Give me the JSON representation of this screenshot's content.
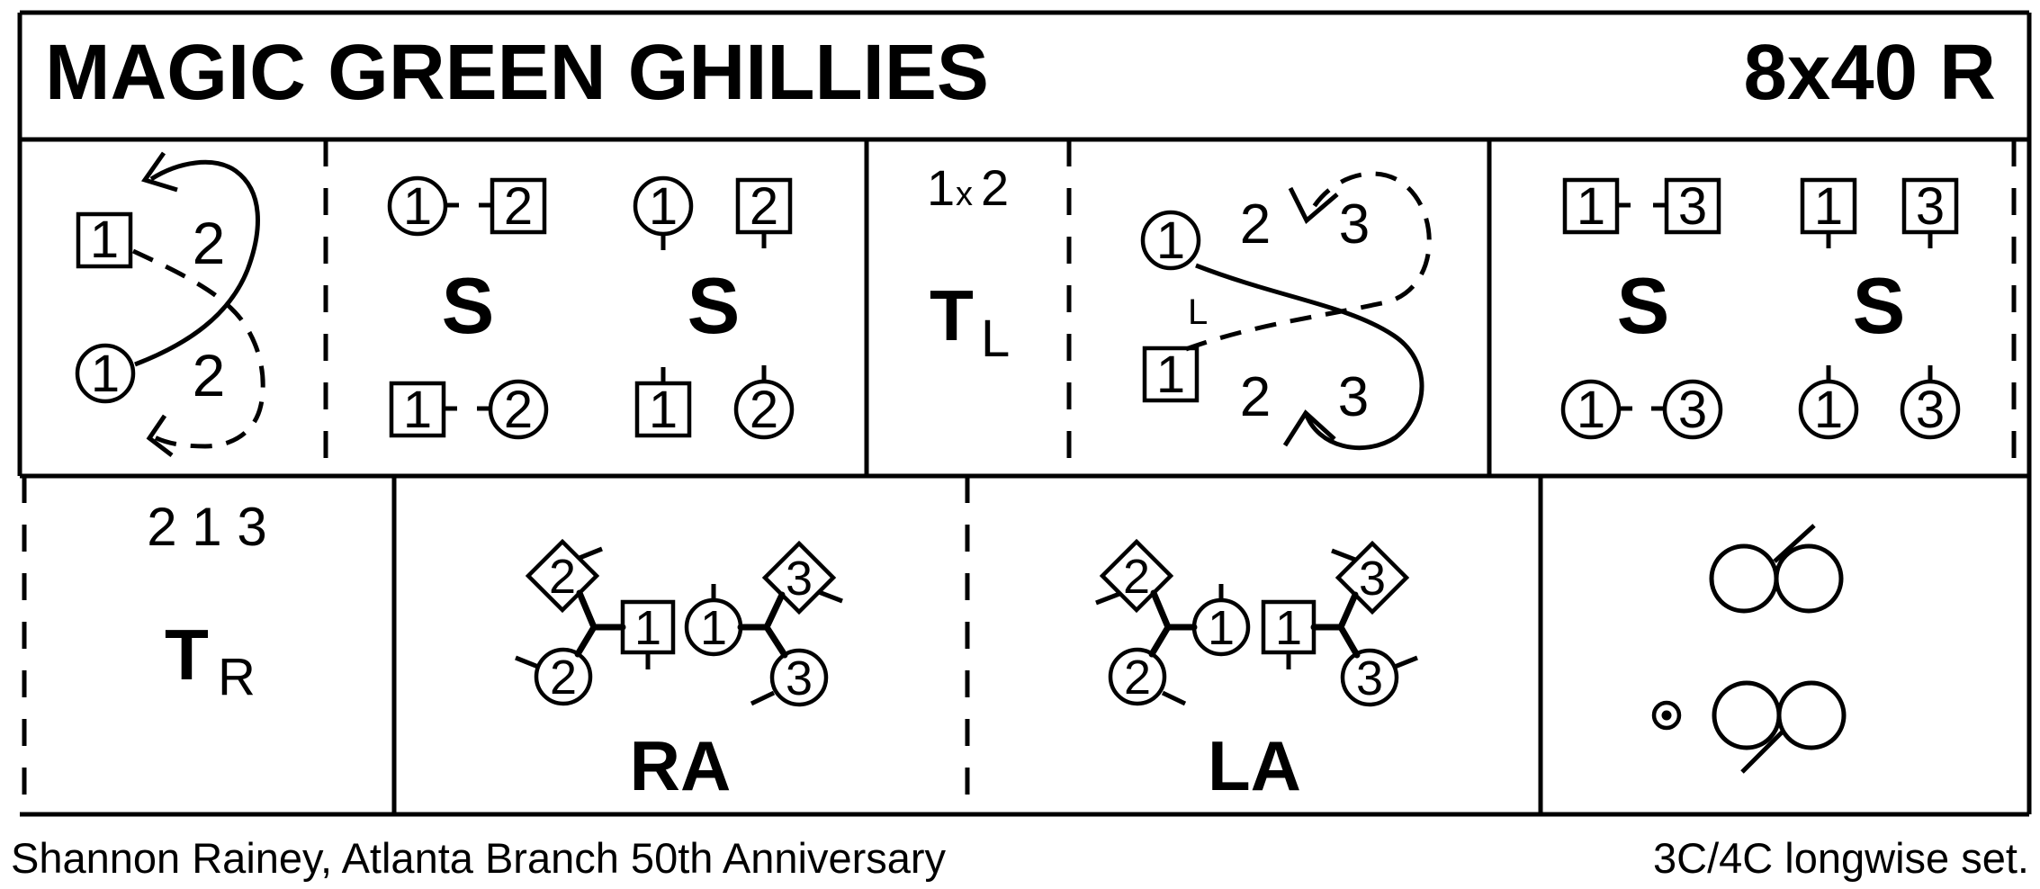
{
  "header": {
    "title": "MAGIC GREEN GHILLIES",
    "code": "8x40 R"
  },
  "footer": {
    "credit": "Shannon Rainey, Atlanta Branch 50th Anniversary",
    "formation": "3C/4C longwise set."
  },
  "colors": {
    "ink": "#000000",
    "paper": "#ffffff"
  },
  "figures": {
    "cast": {
      "square": "1",
      "circle": "1",
      "upper": "2",
      "lower": "2"
    },
    "set12": {
      "left": {
        "top_circle": "1",
        "top_square": "2",
        "bottom_square": "1",
        "bottom_circle": "2",
        "label": "S"
      },
      "right": {
        "top_circle": "1",
        "top_square": "2",
        "bottom_square": "1",
        "bottom_circle": "2",
        "label": "S"
      }
    },
    "turn_left": {
      "ones": "1",
      "cross": "x",
      "twos": "2",
      "t": "T",
      "sub": "L"
    },
    "chase": {
      "circle": "1",
      "square": "1",
      "hand": "L",
      "upper_two": "2",
      "upper_three": "3",
      "lower_two": "2",
      "lower_three": "3"
    },
    "set13": {
      "left": {
        "top_one": "1",
        "top_three": "3",
        "bottom_one": "1",
        "bottom_three": "3",
        "label": "S"
      },
      "right": {
        "top_one": "1",
        "top_three": "3",
        "bottom_one": "1",
        "bottom_three": "3",
        "label": "S"
      }
    },
    "turn_right": {
      "order": "2 1 3",
      "t": "T",
      "sub": "R"
    },
    "rights_across": {
      "diamond_two": "2",
      "circle_two": "2",
      "square_one": "1",
      "circle_one": "1",
      "diamond_three": "3",
      "circle_three": "3",
      "label": "RA"
    },
    "lefts_across": {
      "diamond_two": "2",
      "circle_two": "2",
      "circle_one": "1",
      "square_one": "1",
      "diamond_three": "3",
      "circle_three": "3",
      "label": "LA"
    }
  }
}
